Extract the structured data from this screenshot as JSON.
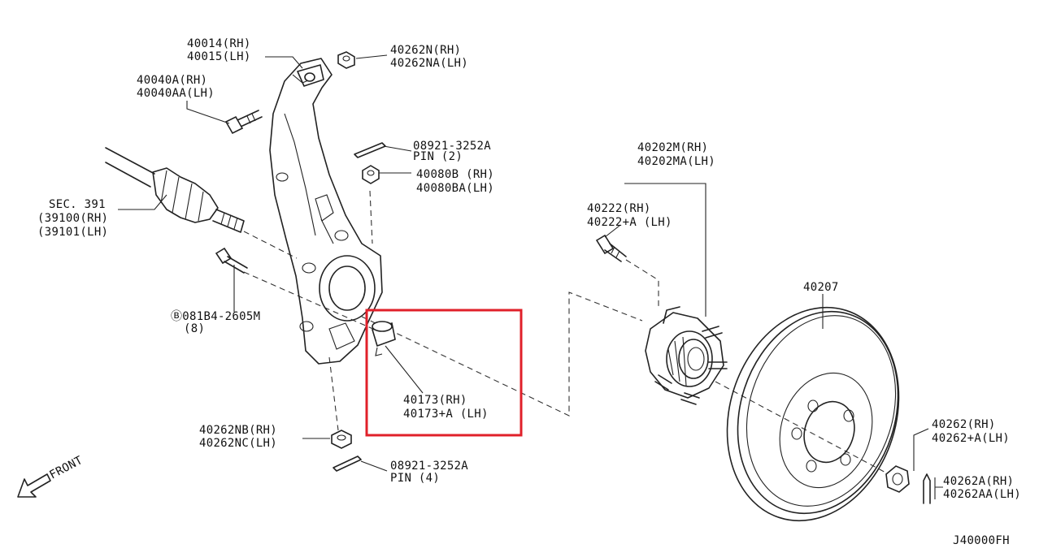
{
  "labels": {
    "knuckle": [
      "40014(RH)",
      "40015(LH)"
    ],
    "knuckle_nut": [
      "40262N(RH)",
      "40262NA(LH)"
    ],
    "knuckle_bolt": [
      "40040A(RH)",
      "40040AA(LH)"
    ],
    "pin_upper": [
      "08921-3252A",
      "PIN (2)"
    ],
    "nut_upper": [
      "40080B (RH)",
      "40080BA(LH)"
    ],
    "driveshaft": [
      "SEC. 391",
      "(39100(RH)",
      "(39101(LH)"
    ],
    "bolt_b": [
      "Ⓑ081B4-2605M",
      "(8)"
    ],
    "cap": [
      "40173(RH)",
      "40173+A (LH)"
    ],
    "lower_nut": [
      "40262NB(RH)",
      "40262NC(LH)"
    ],
    "pin_lower": [
      "08921-3252A",
      "PIN (4)"
    ],
    "front": "FRONT",
    "hub": [
      "40202M(RH)",
      "40202MA(LH)"
    ],
    "hub_bolt": [
      "40222(RH)",
      "40222+A (LH)"
    ],
    "rotor": "40207",
    "hub_nut": [
      "40262(RH)",
      "40262+A(LH)"
    ],
    "hub_pin": [
      "40262A(RH)",
      "40262AA(LH)"
    ],
    "diagram_code": "J40000FH"
  },
  "highlight": {
    "color": "#e0202a"
  },
  "colors": {
    "line": "#222222",
    "background": "#ffffff"
  }
}
